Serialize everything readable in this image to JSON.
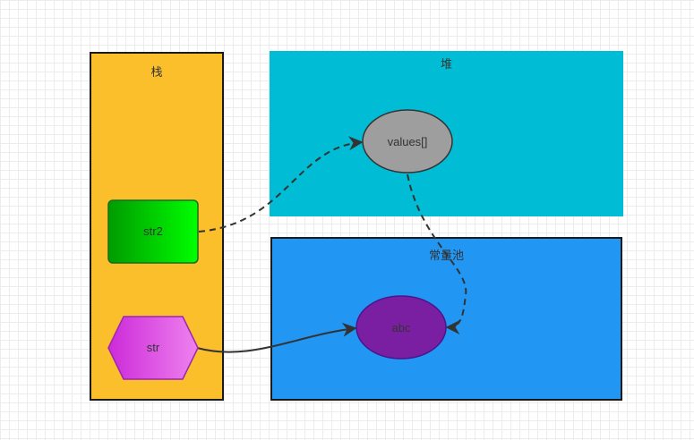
{
  "colors": {
    "stack": "#fbbf2c",
    "heap": "#00bcd4",
    "pool": "#2196f3",
    "str2_gradient": [
      "#009b00",
      "#00ff00"
    ],
    "str_gradient": [
      "#cc2ad9",
      "#ee82ee"
    ],
    "values_node": "#9e9e9e",
    "abc_node": "#7b1fa2",
    "edge": "#333333"
  },
  "regions": {
    "stack_label": "栈",
    "heap_label": "堆",
    "pool_label": "常量池"
  },
  "nodes": {
    "str2": "str2",
    "str": "str",
    "values": "values[]",
    "abc": "abc"
  }
}
